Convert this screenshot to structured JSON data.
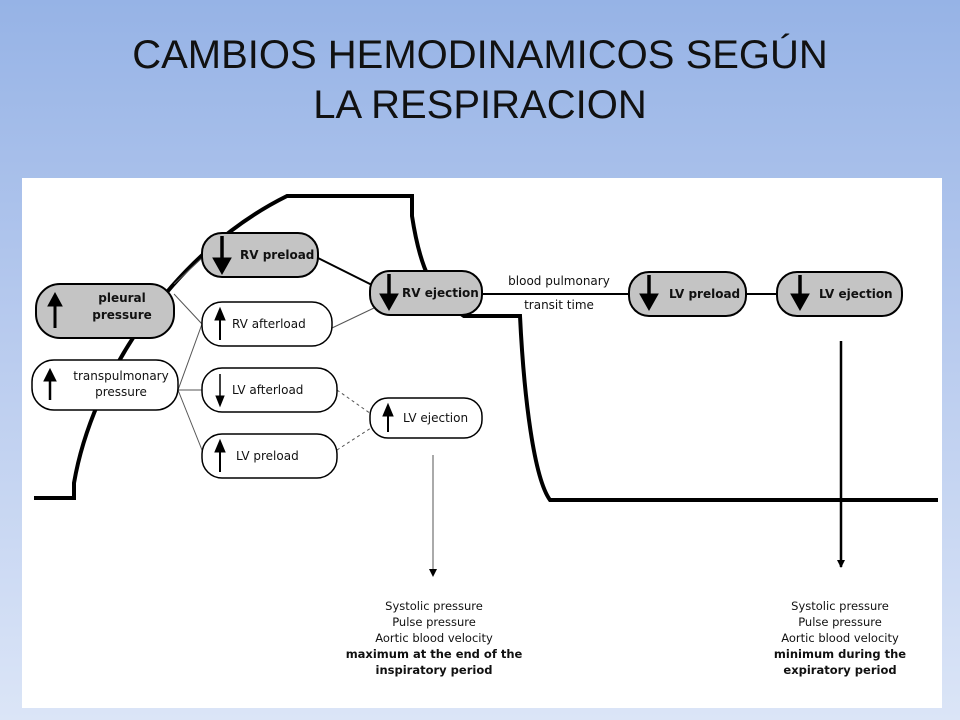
{
  "title": {
    "line1": "CAMBIOS HEMODINAMICOS SEGÚN",
    "line2": "LA RESPIRACION"
  },
  "diagram": {
    "nodes": {
      "pleural_pressure": {
        "line1": "pleural",
        "line2": "pressure",
        "direction": "up",
        "shaded": true
      },
      "transpulmonary_pressure": {
        "line1": "transpulmonary",
        "line2": "pressure",
        "direction": "up",
        "shaded": false
      },
      "rv_preload": {
        "label": "RV preload",
        "direction": "down",
        "shaded": true
      },
      "rv_afterload": {
        "label": "RV afterload",
        "direction": "up",
        "shaded": false
      },
      "lv_afterload": {
        "label": "LV afterload",
        "direction": "down",
        "shaded": false
      },
      "lv_preload_left": {
        "label": "LV preload",
        "direction": "up",
        "shaded": false
      },
      "rv_ejection": {
        "label": "RV ejection",
        "direction": "down",
        "shaded": true
      },
      "lv_ejection_mid": {
        "label": "LV ejection",
        "direction": "up",
        "shaded": false
      },
      "lv_preload_right": {
        "label": "LV preload",
        "direction": "down",
        "shaded": true
      },
      "lv_ejection_right": {
        "label": "LV ejection",
        "direction": "down",
        "shaded": true
      }
    },
    "transit_label": {
      "line1": "blood pulmonary",
      "line2": "transit time"
    },
    "note_inspiratory": {
      "line1": "Systolic pressure",
      "line2": "Pulse pressure",
      "line3": "Aortic blood velocity",
      "line4": "maximum at the end of the",
      "line5": "inspiratory period"
    },
    "note_expiratory": {
      "line1": "Systolic pressure",
      "line2": "Pulse pressure",
      "line3": "Aortic blood velocity",
      "line4": "minimum during the",
      "line5": "expiratory period"
    },
    "colors": {
      "shaded_node": "#c4c4c4",
      "line": "#000000",
      "thin_line": "#444444"
    }
  }
}
